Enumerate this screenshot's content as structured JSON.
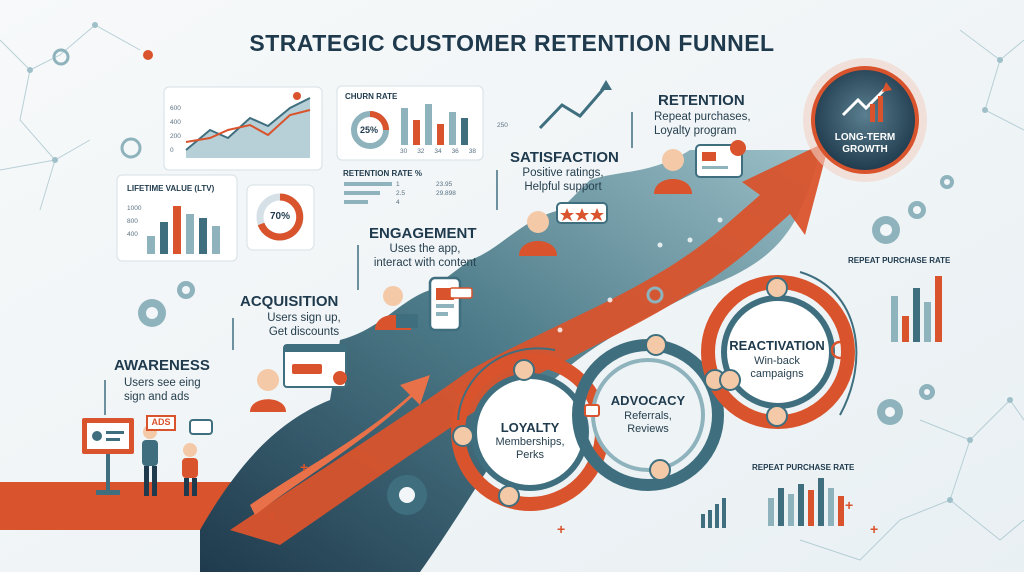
{
  "title": "STRATEGIC CUSTOMER RETENTION FUNNEL",
  "stages": [
    {
      "id": "awareness",
      "title": "AWARENESS",
      "desc": [
        "Users see eing",
        "sign and ads"
      ]
    },
    {
      "id": "acquisition",
      "title": "ACQUISITION",
      "desc": [
        "Users sign up,",
        "Get discounts"
      ]
    },
    {
      "id": "engagement",
      "title": "ENGAGEMENT",
      "desc": [
        "Uses the app,",
        "interact with content"
      ]
    },
    {
      "id": "satisfaction",
      "title": "SATISFACTION",
      "desc": [
        "Positive ratings,",
        "Helpful support"
      ]
    },
    {
      "id": "retention",
      "title": "RETENTION",
      "desc": [
        "Repeat purchases,",
        "Loyalty program"
      ]
    }
  ],
  "growth": {
    "line1": "LONG-TERM",
    "line2": "GROWTH"
  },
  "loops": [
    {
      "id": "loyalty",
      "title": "LOYALTY",
      "desc": [
        "Memberships,",
        "Perks"
      ]
    },
    {
      "id": "advocacy",
      "title": "ADVOCACY",
      "desc": [
        "Referrals,",
        "Reviews"
      ]
    },
    {
      "id": "reactivation",
      "title": "REACTIVATION",
      "desc": [
        "Win-back",
        "campaigns"
      ]
    }
  ],
  "ads_sign": "ADS",
  "widgets": {
    "churn": {
      "label": "CHURN RATE",
      "value": "25%",
      "ticks": [
        "30",
        "32",
        "34",
        "36",
        "38"
      ]
    },
    "ltv": {
      "label": "LIFETIME VALUE (LTV)",
      "yticks": [
        "1000",
        "800",
        "400"
      ]
    },
    "gauge": {
      "value": "70%"
    },
    "retention_rate": {
      "label": "RETENTION RATE %",
      "rows": [
        "1",
        "2.5",
        "4"
      ],
      "vals": [
        "23.95",
        "29.898"
      ]
    },
    "trend": {
      "yticks": [
        "600",
        "400",
        "200",
        "0"
      ]
    },
    "misc_number": "250",
    "repeat_top": "REPEAT PURCHASE RATE",
    "repeat_bottom": "REPEAT PURCHASE RATE"
  },
  "colors": {
    "navy": "#1f3a4d",
    "teal": "#3f6f7f",
    "orange": "#d9532c",
    "light_teal": "#8fb3bd",
    "bg": "#f3f6f8"
  }
}
